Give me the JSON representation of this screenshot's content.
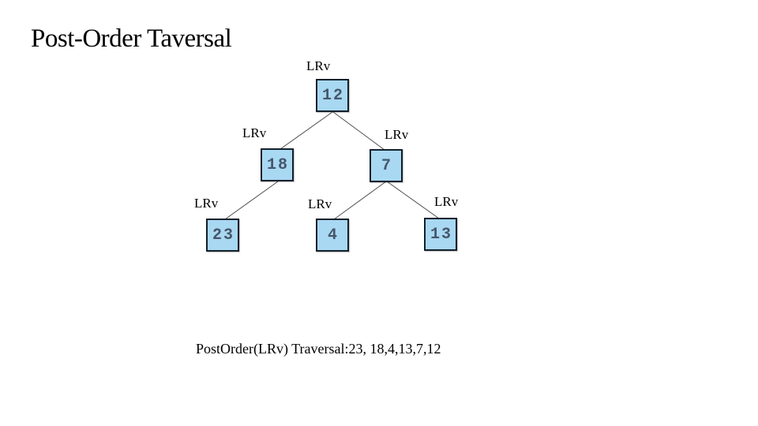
{
  "slide": {
    "title": "Post-Order Taversal",
    "caption": "PostOrder(LRv) Traversal:23, 18,4,13,7,12"
  },
  "tree": {
    "annotation_label": "LRv",
    "nodes": [
      {
        "value": "12",
        "role": "root"
      },
      {
        "value": "18",
        "role": "left child of 12"
      },
      {
        "value": "7",
        "role": "right child of 12"
      },
      {
        "value": "23",
        "role": "left child of 18"
      },
      {
        "value": "4",
        "role": "left child of 7"
      },
      {
        "value": "13",
        "role": "right child of 7"
      }
    ],
    "edges": [
      "12-18",
      "12-7",
      "18-23",
      "7-4",
      "7-13"
    ],
    "traversal_result": "23, 18,4,13,7,12"
  },
  "colors": {
    "background": "#FFFFFF",
    "node_fill": "#A8D8F2",
    "node_border": "#13202C",
    "node_digit": "#46566A",
    "edge_line": "#4D4D4D",
    "text": "#000000"
  }
}
